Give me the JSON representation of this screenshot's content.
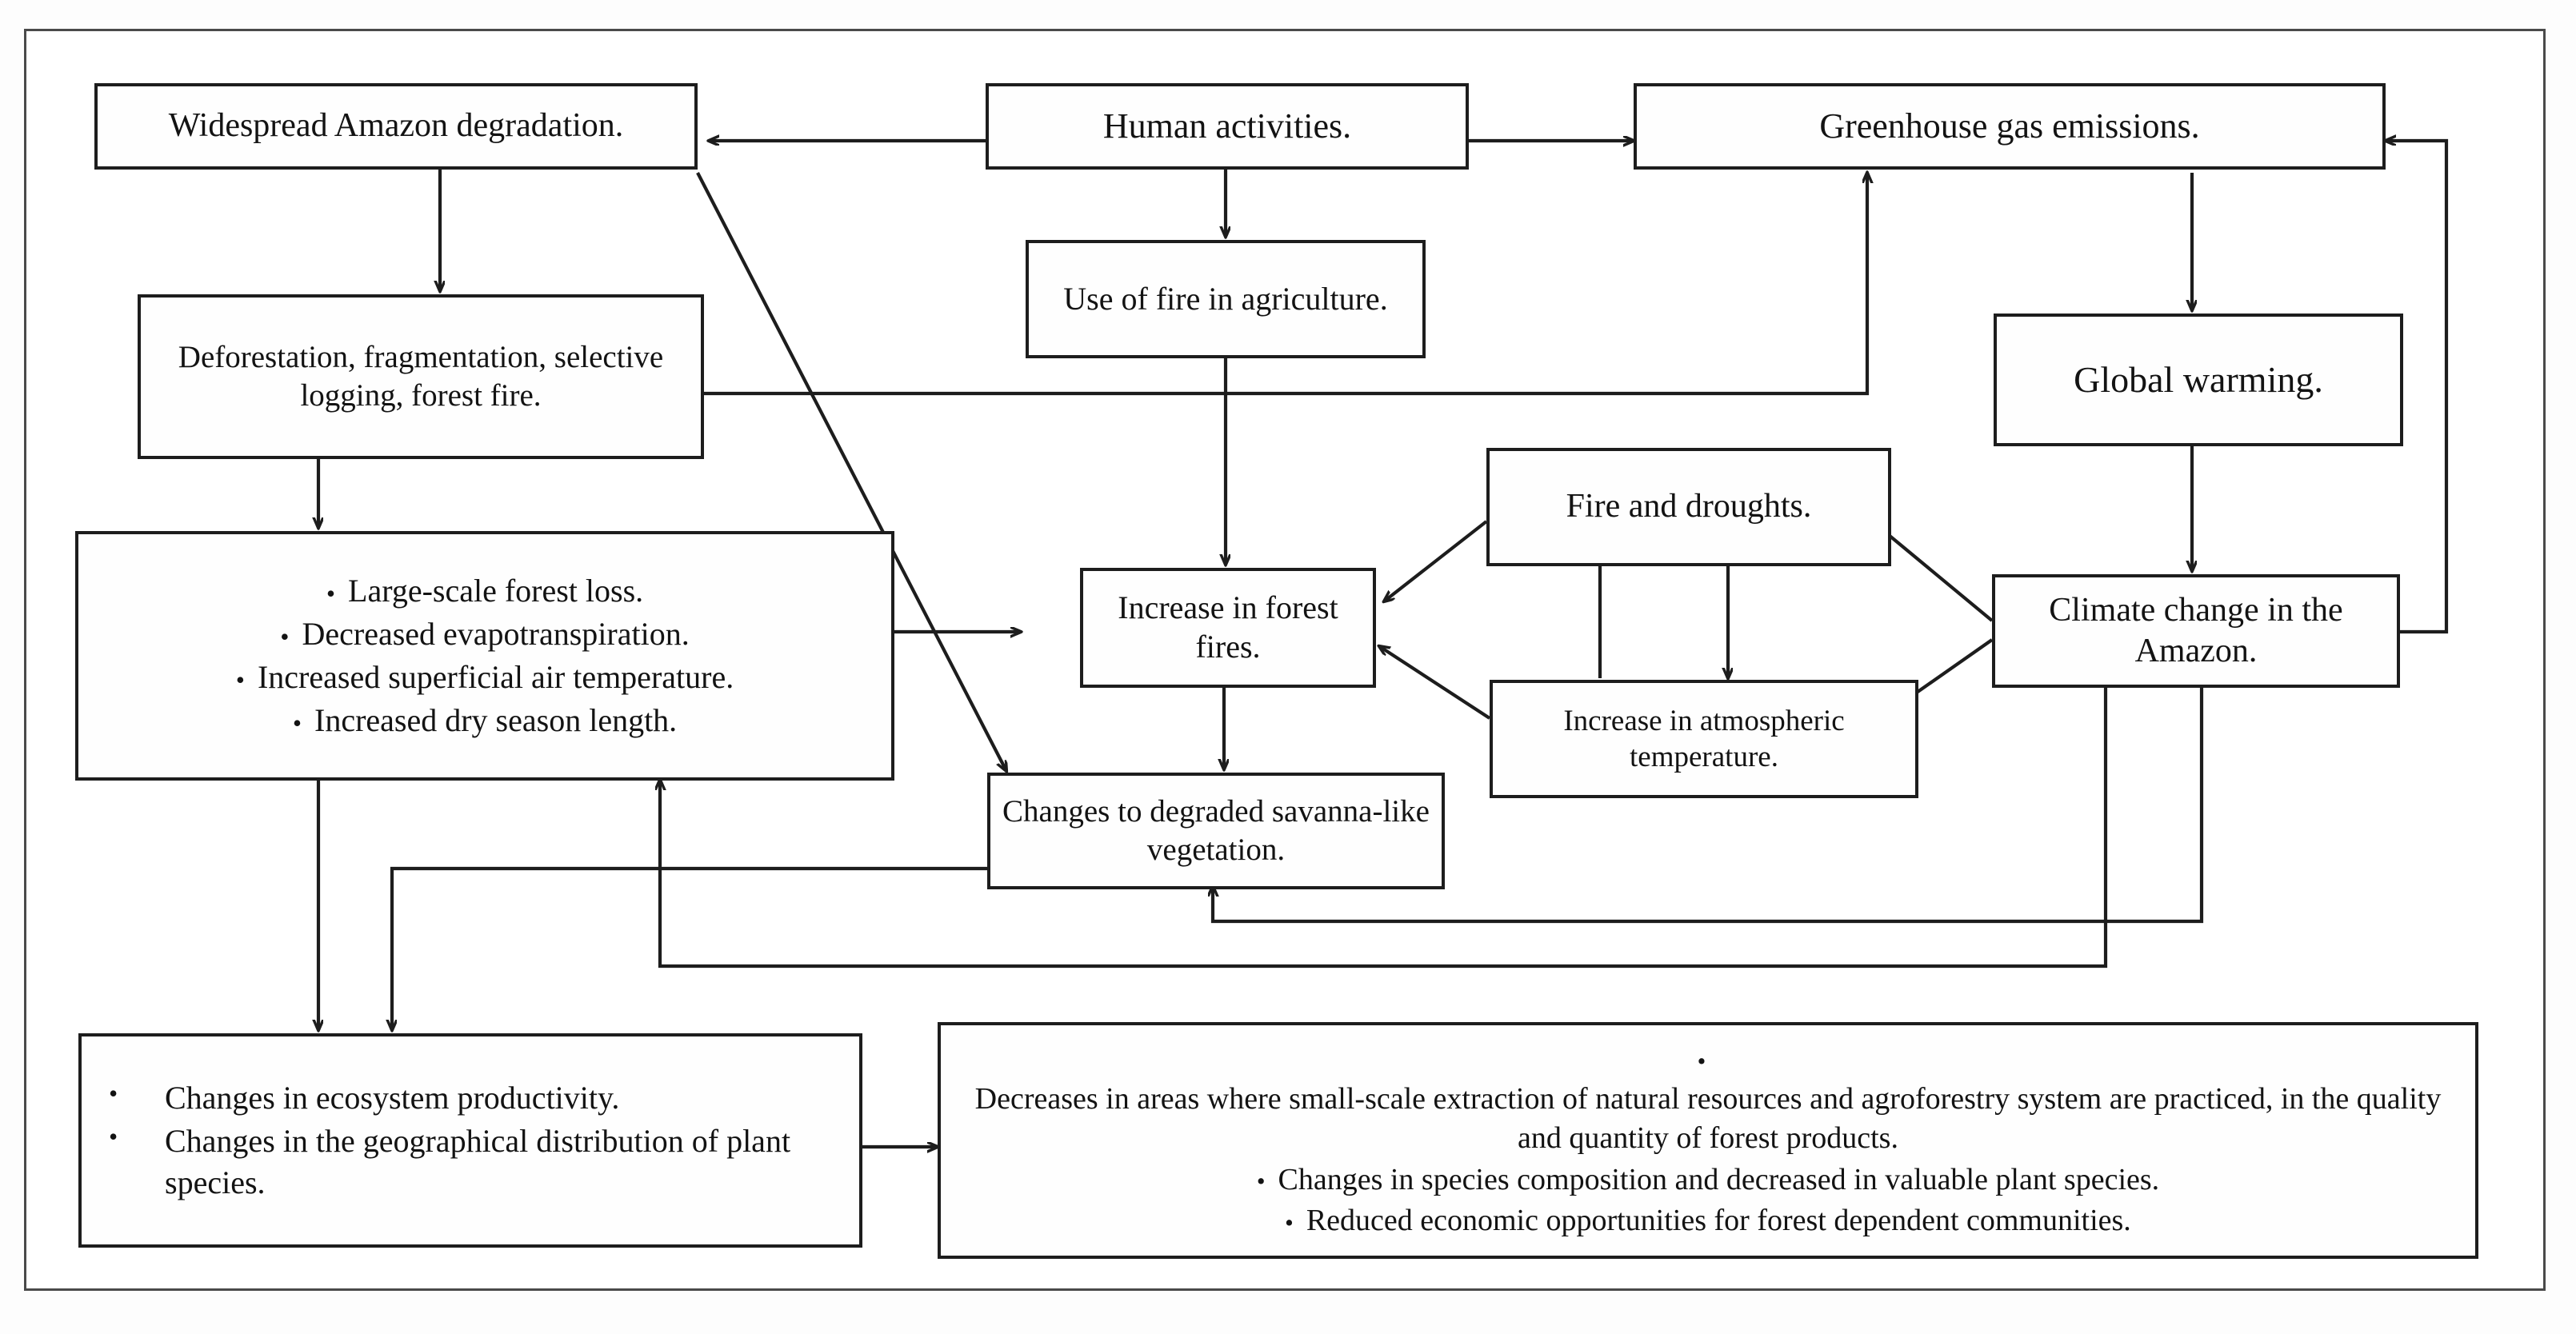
{
  "diagram": {
    "title": "Amazon degradation and climate change causal flowchart",
    "line_color": "#1d1d1d",
    "frame_color": "#4a4a4a",
    "background": "#ffffff",
    "nodes": {
      "widespread_degradation": "Widespread Amazon degradation.",
      "human_activities": "Human activities.",
      "greenhouse_gas": "Greenhouse gas emissions.",
      "use_of_fire": "Use of fire in agriculture.",
      "deforestation": "Deforestation, fragmentation, selective logging,  forest fire.",
      "global_warming": "Global warming.",
      "fire_and_droughts": "Fire and droughts.",
      "increase_forest_fires": "Increase in forest fires.",
      "climate_change": "Climate change in the Amazon.",
      "atmospheric_temperature": "Increase in atmospheric temperature.",
      "savanna_vegetation": "Changes to degraded savanna-like vegetation."
    },
    "forest_loss_list": {
      "bullet": "•",
      "items": [
        "Large-scale forest loss.",
        "Decreased evapotranspiration.",
        "Increased superficial air temperature.",
        "Increased dry season length."
      ]
    },
    "ecosystem_list": {
      "bullet": "•",
      "items": [
        "Changes in ecosystem productivity.",
        "Changes in the geographical distribution of plant species."
      ]
    },
    "socioeconomic_list": {
      "bullet": "•",
      "items": [
        "Decreases in areas where small-scale extraction of natural resources and agroforestry system are practiced, in the quality and quantity of forest products.",
        "Changes in species composition and decreased in valuable plant species.",
        "Reduced economic opportunities for forest dependent communities."
      ]
    }
  }
}
